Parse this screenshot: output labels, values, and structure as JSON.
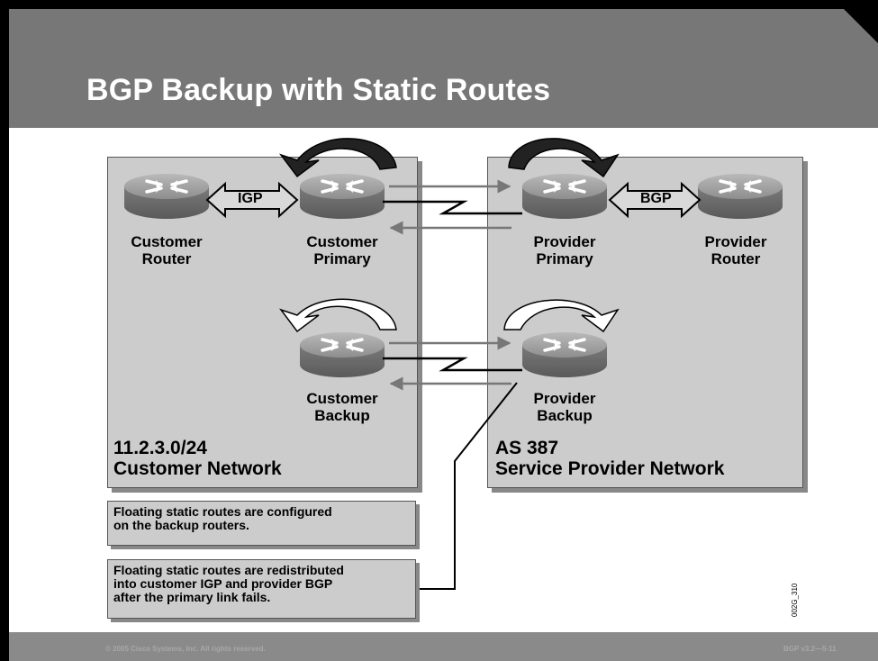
{
  "slide": {
    "title": "BGP Backup with Static Routes",
    "footer_left": "© 2005 Cisco Systems, Inc. All rights reserved.",
    "footer_right": "BGP v3.2—5-11",
    "figure_id": "002G_310"
  },
  "customer_network": {
    "label_line1": "11.2.3.0/24",
    "label_line2": "Customer Network",
    "routers": [
      {
        "line1": "Customer",
        "line2": "Router"
      },
      {
        "line1": "Customer",
        "line2": "Primary"
      },
      {
        "line1": "Customer",
        "line2": "Backup"
      }
    ],
    "link_label": "IGP"
  },
  "provider_network": {
    "label_line1": "AS 387",
    "label_line2": "Service Provider Network",
    "routers": [
      {
        "line1": "Provider",
        "line2": "Primary"
      },
      {
        "line1": "Provider",
        "line2": "Router"
      },
      {
        "line1": "Provider",
        "line2": "Backup"
      }
    ],
    "link_label": "BGP"
  },
  "notes": [
    {
      "line1": "Floating static routes are configured",
      "line2": "on the backup routers."
    },
    {
      "line1": "Floating static routes are redistributed",
      "line2": "into customer IGP and provider BGP",
      "line3": "after the primary link fails."
    }
  ]
}
